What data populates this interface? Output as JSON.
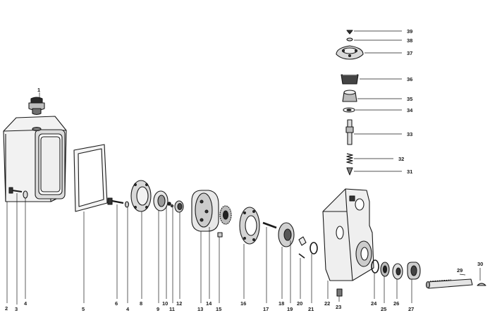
{
  "diagram": {
    "kind": "exploded-parts-view",
    "ink_color": "#1a1a1a",
    "paper_color": "#ffffff",
    "callouts": [
      "1",
      "2",
      "3",
      "4",
      "5",
      "6",
      "4",
      "8",
      "9",
      "10",
      "11",
      "12",
      "13",
      "14",
      "15",
      "16",
      "17",
      "18",
      "19",
      "20",
      "21",
      "22",
      "23",
      "24",
      "25",
      "26",
      "27",
      "29",
      "30",
      "31",
      "32",
      "33",
      "34",
      "35",
      "36",
      "37",
      "38",
      "39"
    ]
  }
}
